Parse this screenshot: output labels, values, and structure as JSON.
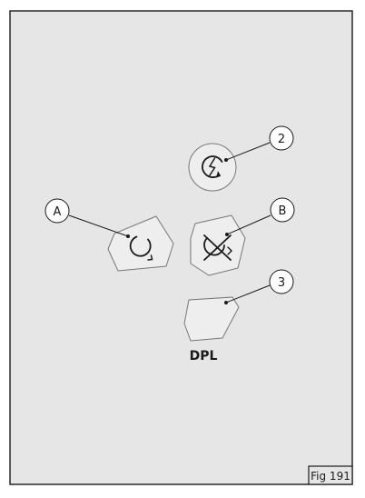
{
  "figure": {
    "label": "Fig 191",
    "dpl_label": "DPL",
    "callouts": {
      "num_2": "2",
      "letter_a": "A",
      "letter_b": "B",
      "num_3": "3"
    }
  },
  "colors": {
    "panel_fill": "#e6e6e6",
    "button_fill": "#eeeeee",
    "line": "#1a1a1a",
    "button_outline": "#777777"
  },
  "icons": {
    "button_2": "power-start-icon",
    "button_a": "refresh-cycle-icon",
    "button_b": "cycle-disabled-icon",
    "button_3": "blank-button"
  }
}
